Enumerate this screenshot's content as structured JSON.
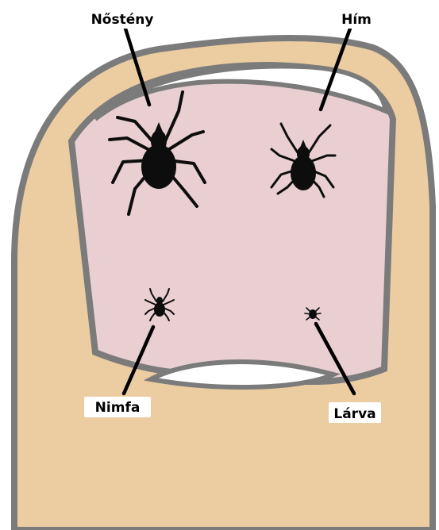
{
  "labels": {
    "female": "Nőstény",
    "male": "Hím",
    "nymph": "Nimfa",
    "larva": "Lárva"
  },
  "colors": {
    "skin": "#eccca1",
    "outline": "#7b7b7b",
    "nail": "#e9cfd2",
    "tick": "#0d0d0d"
  }
}
